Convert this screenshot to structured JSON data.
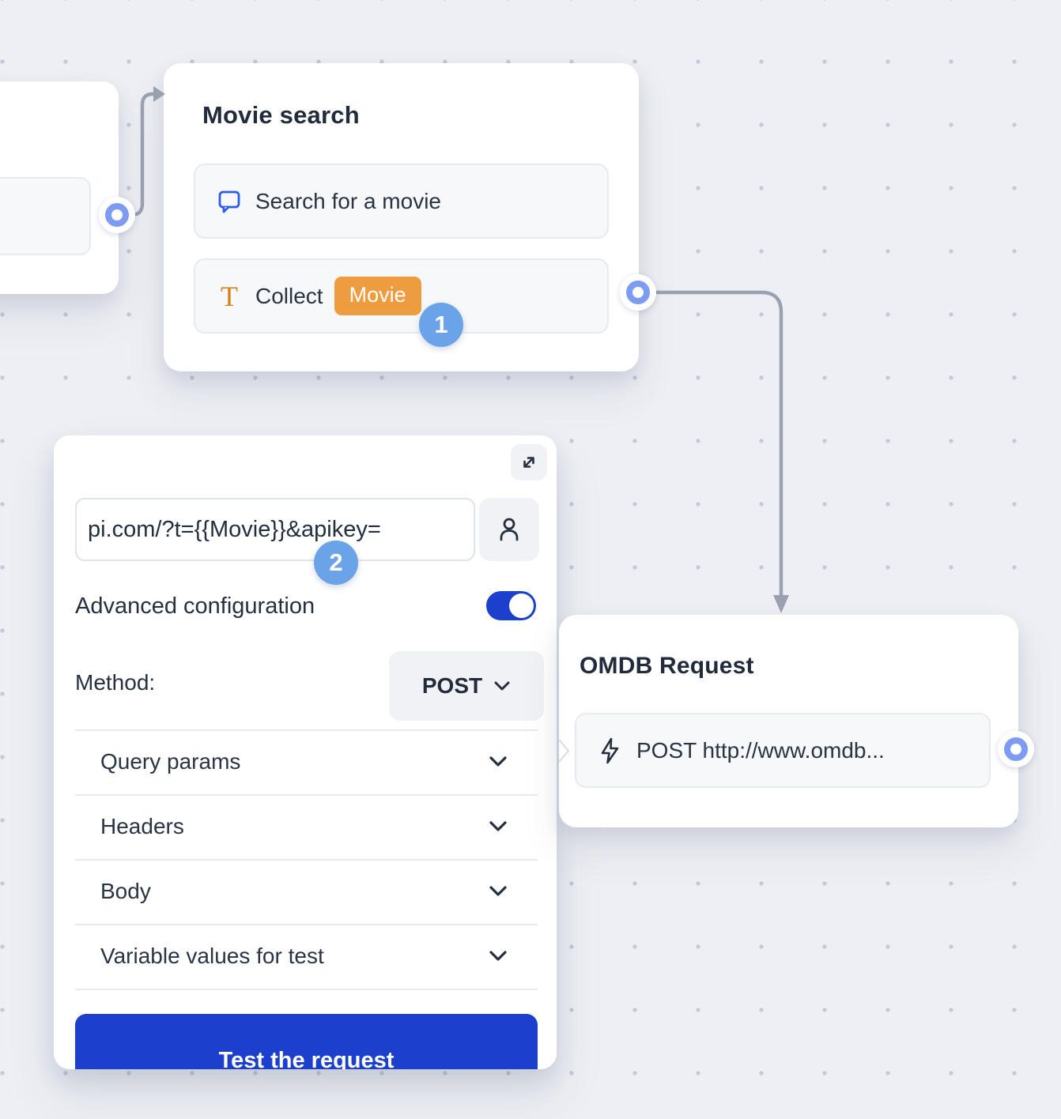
{
  "canvas": {
    "background": "#edeff4",
    "dot_color": "#c5cbd8"
  },
  "colors": {
    "primary_blue": "#1d40cc",
    "step_marker_blue": "#6ba3e9",
    "port_blue": "#7e9bf3",
    "badge_orange": "#ee9c40",
    "connector_gray": "#99a1b0",
    "text_dark": "#212b3b"
  },
  "flow": {
    "movie_search_node": {
      "title": "Movie search",
      "item1": {
        "icon": "chat-bubble-icon",
        "label": "Search for a movie"
      },
      "item2": {
        "icon": "text-T-icon",
        "label": "Collect",
        "badge": "Movie"
      }
    },
    "omdb_node": {
      "title": "OMDB Request",
      "item1": {
        "icon": "lightning-icon",
        "label": "POST http://www.omdb..."
      }
    }
  },
  "panel": {
    "url_input": {
      "value": "pi.com/?t={{Movie}}&apikey="
    },
    "advanced_label": "Advanced configuration",
    "advanced_toggle_on": true,
    "method_label": "Method:",
    "method_value": "POST",
    "sections": [
      "Query params",
      "Headers",
      "Body",
      "Variable values for test"
    ],
    "test_button": "Test the request"
  },
  "annotations": {
    "step_1": "1",
    "step_2": "2"
  }
}
